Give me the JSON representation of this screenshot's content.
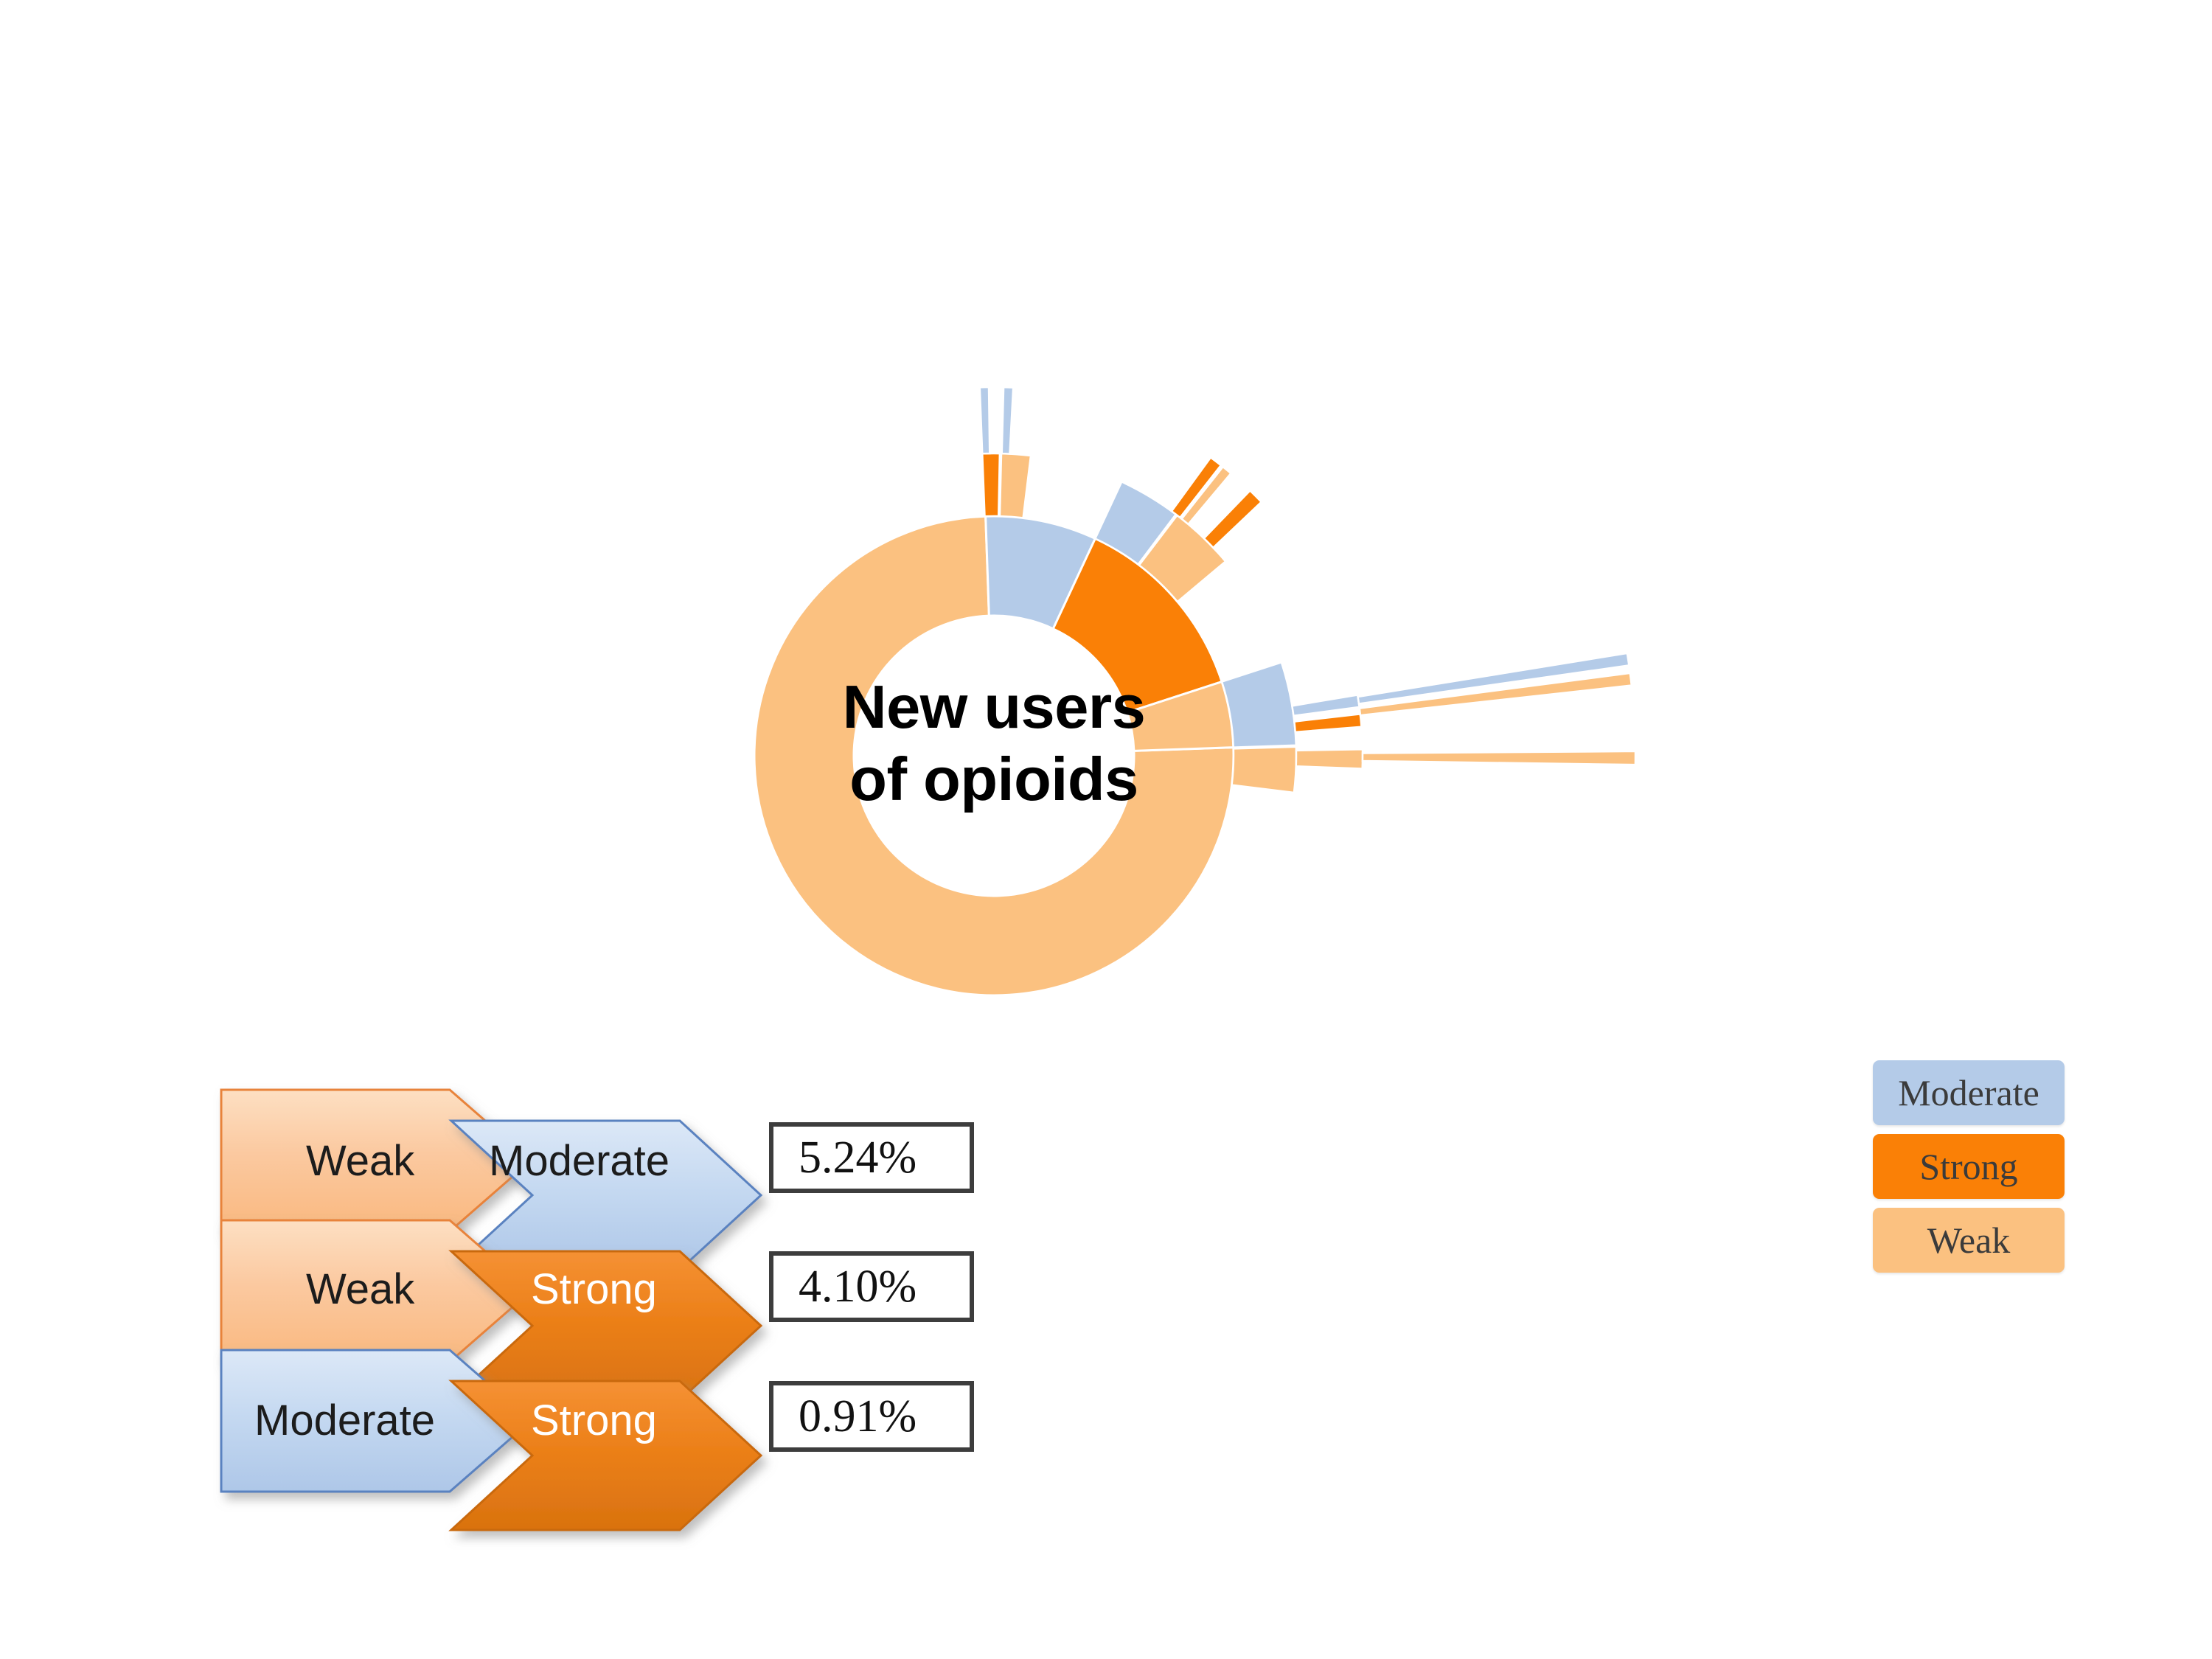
{
  "chart_data": {
    "type": "pie",
    "title": "New users of opioids",
    "subtitle": "",
    "center_text_lines": [
      "New users",
      "of opioids"
    ],
    "legend": {
      "position": "right",
      "entries": [
        {
          "label": "Moderate",
          "color": "#b4cbe8"
        },
        {
          "label": "Strong",
          "color": "#fa8006"
        },
        {
          "label": "Weak",
          "color": "#fbc180"
        }
      ]
    },
    "colors": {
      "moderate": "#b4cbe8",
      "strong": "#fa8006",
      "weak": "#fbc180",
      "background": "#ffffff",
      "text": "#000000",
      "box_border": "#3d3d3d"
    },
    "rings": [
      {
        "level": 1,
        "inner_radius": 190,
        "outer_radius": 325,
        "slices": [
          {
            "label": "Weak",
            "color": "#fbc180",
            "start_deg": 88,
            "end_deg": 358,
            "share_pct": 75.0
          },
          {
            "label": "Moderate",
            "color": "#b4cbe8",
            "start_deg": 358,
            "end_deg": 25,
            "share_pct": 7.5
          },
          {
            "label": "Strong",
            "color": "#fa8006",
            "start_deg": 25,
            "end_deg": 72,
            "share_pct": 13.1
          },
          {
            "label": "Weak",
            "color": "#fbc180",
            "start_deg": 72,
            "end_deg": 88,
            "share_pct": 4.4
          }
        ]
      },
      {
        "level": 2,
        "inner_radius": 325,
        "outer_radius": 410,
        "slices": [
          {
            "label": "Strong",
            "color": "#fa8006",
            "start_deg": 357.8,
            "end_deg": 361.1
          },
          {
            "label": "Weak",
            "color": "#fbc180",
            "start_deg": 361.4,
            "end_deg": 367.0
          },
          {
            "label": "Moderate",
            "color": "#b4cbe8",
            "start_deg": 25.0,
            "end_deg": 37.0
          },
          {
            "label": "Weak",
            "color": "#fbc180",
            "start_deg": 37.3,
            "end_deg": 50.0
          },
          {
            "label": "Moderate",
            "color": "#b4cbe8",
            "start_deg": 72.0,
            "end_deg": 88.0
          },
          {
            "label": "Weak",
            "color": "#fbc180",
            "start_deg": 88.3,
            "end_deg": 97.0
          }
        ]
      },
      {
        "level": 3,
        "inner_radius": 410,
        "outer_radius": 500,
        "slices": [
          {
            "label": "Moderate",
            "color": "#b4cbe8",
            "start_deg": 357.8,
            "end_deg": 359.2
          },
          {
            "label": "Moderate",
            "color": "#b4cbe8",
            "start_deg": 361.5,
            "end_deg": 363.0
          },
          {
            "label": "Strong",
            "color": "#fa8006",
            "start_deg": 36.0,
            "end_deg": 38.0
          },
          {
            "label": "Weak",
            "color": "#fbc180",
            "start_deg": 38.4,
            "end_deg": 40.0
          },
          {
            "label": "Strong",
            "color": "#fa8006",
            "start_deg": 44.0,
            "end_deg": 46.5
          },
          {
            "label": "Moderate",
            "color": "#b4cbe8",
            "start_deg": 80.5,
            "end_deg": 82.4
          },
          {
            "label": "Strong",
            "color": "#fa8006",
            "start_deg": 83.5,
            "end_deg": 85.5
          },
          {
            "label": "Weak",
            "color": "#fbc180",
            "start_deg": 89.0,
            "end_deg": 92.0
          }
        ]
      },
      {
        "level": 4,
        "inner_radius": 500,
        "outer_radius": 870,
        "slices": [
          {
            "label": "Moderate",
            "color": "#b4cbe8",
            "start_deg": 80.8,
            "end_deg": 81.9
          },
          {
            "label": "Weak",
            "color": "#fbc180",
            "start_deg": 82.6,
            "end_deg": 83.7
          },
          {
            "label": "Weak",
            "color": "#fbc180",
            "start_deg": 89.6,
            "end_deg": 90.8
          }
        ]
      }
    ]
  },
  "flow": {
    "rows": [
      {
        "from": "Weak",
        "to": "Moderate",
        "pct": "5.24%",
        "from_color": "#fbc180",
        "to_color": "#b4cbe8"
      },
      {
        "from": "Weak",
        "to": "Strong",
        "pct": "4.10%",
        "from_color": "#fbc180",
        "to_color": "#e98116"
      },
      {
        "from": "Moderate",
        "to": "Strong",
        "pct": "0.91%",
        "from_color": "#b4cbe8",
        "to_color": "#e98116"
      }
    ]
  }
}
